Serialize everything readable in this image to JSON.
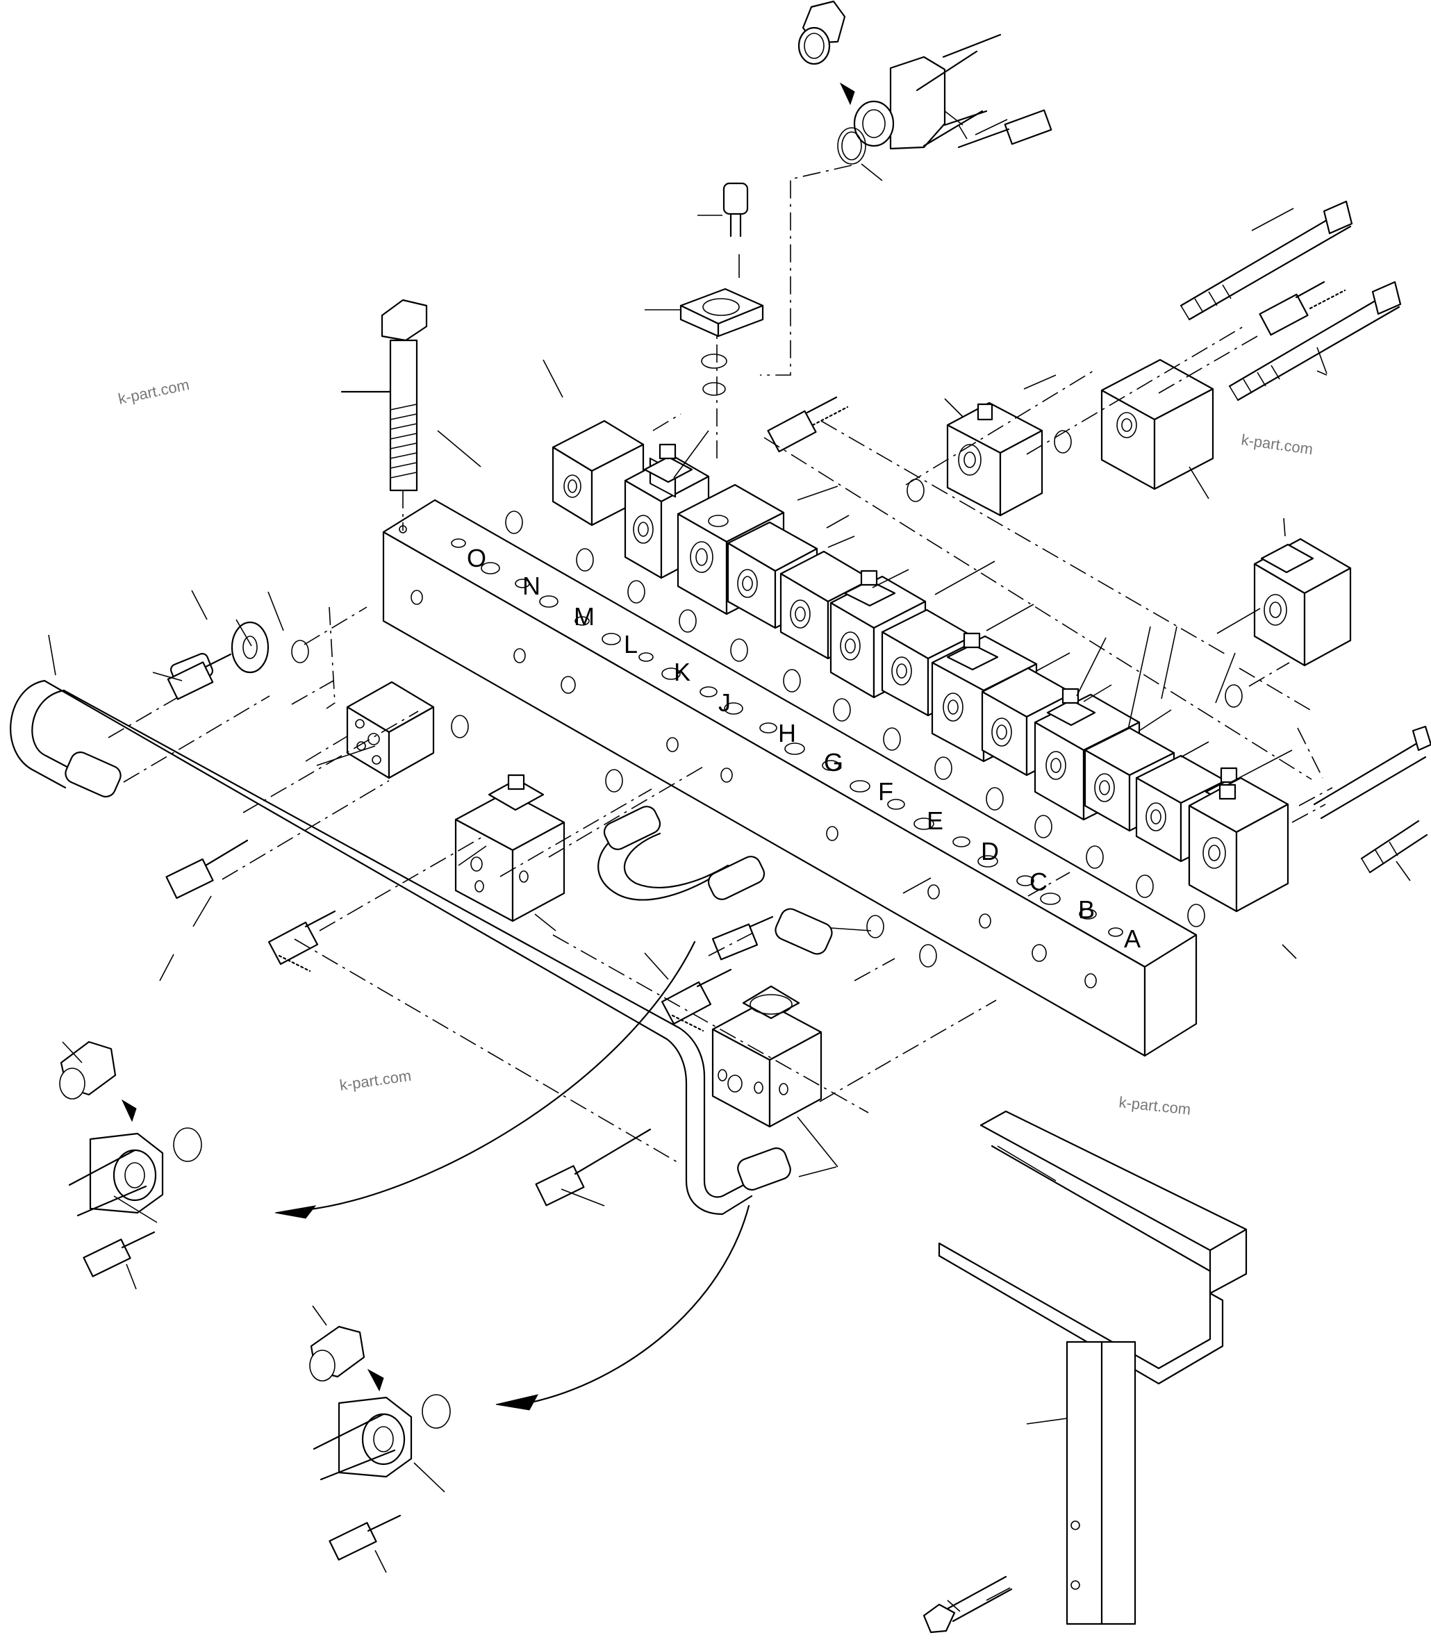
{
  "diagram": {
    "valve_sections": [
      "O",
      "N",
      "M",
      "L",
      "K",
      "J",
      "H",
      "G",
      "F",
      "E",
      "D",
      "C",
      "B",
      "A"
    ],
    "watermarks": [
      "k-part.com",
      "k-part.com",
      "k-part.com",
      "k-part.com"
    ]
  }
}
